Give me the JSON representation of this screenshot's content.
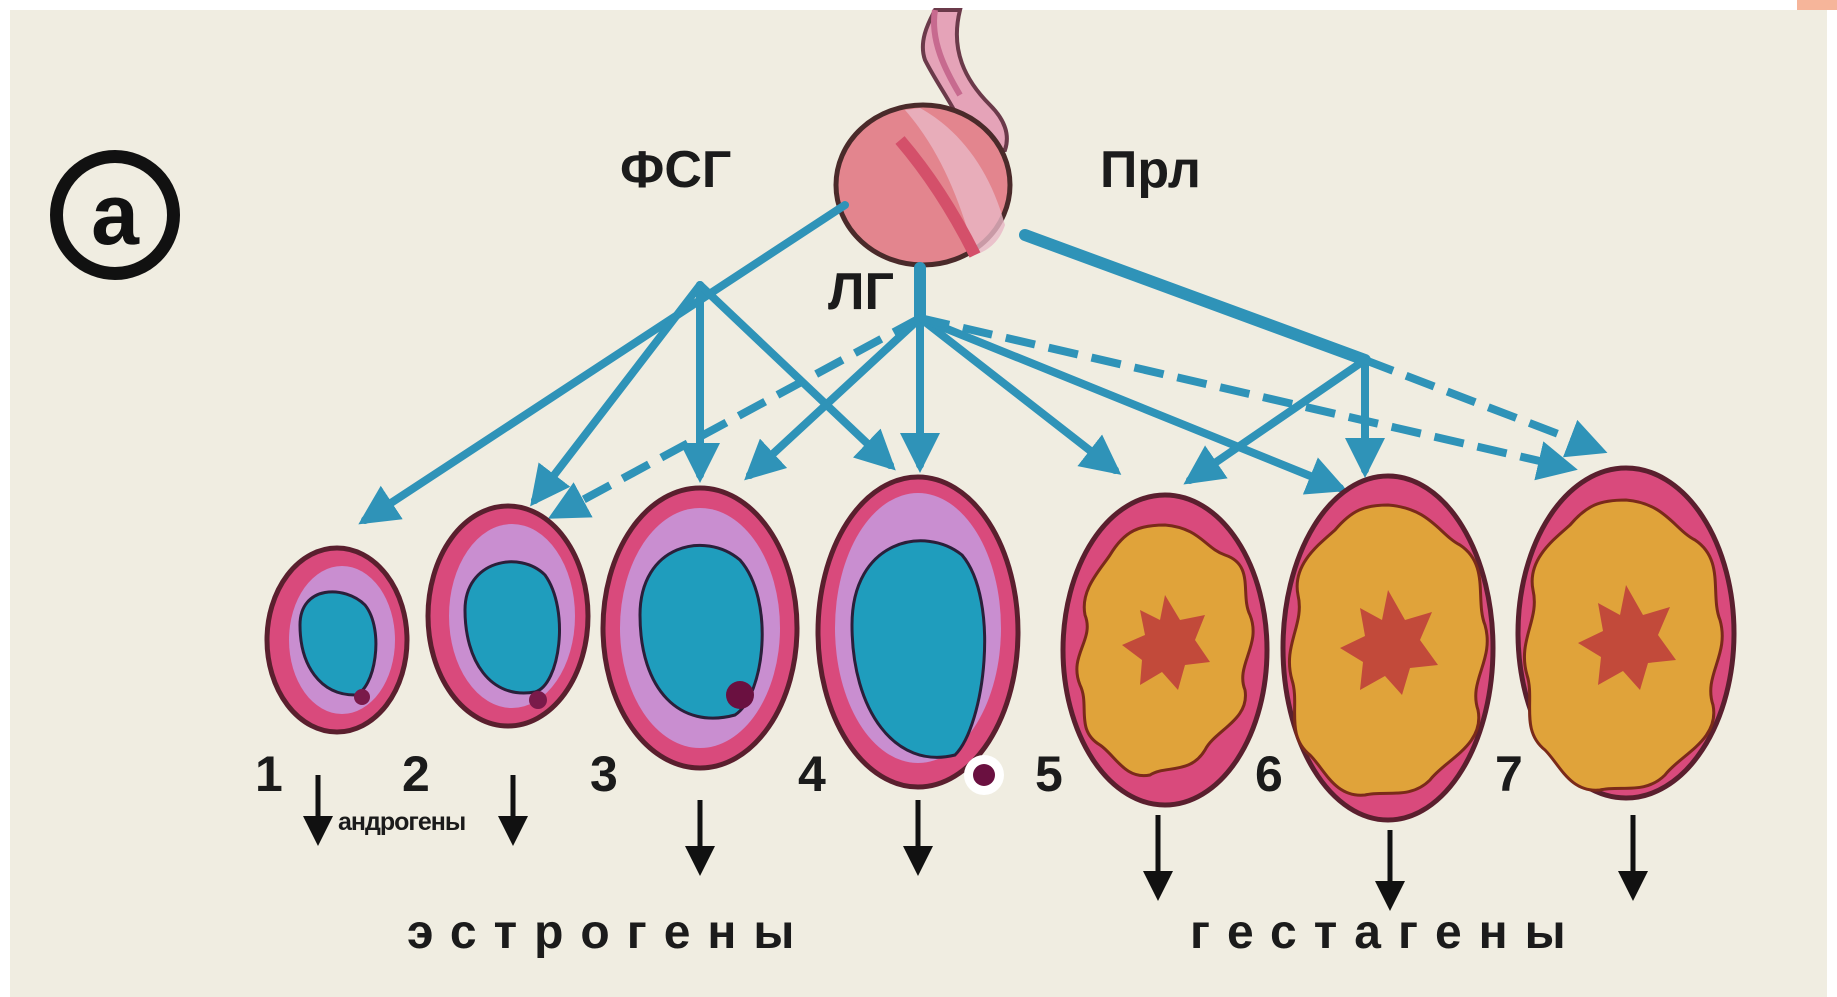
{
  "panel_label": "а",
  "hormones": {
    "fsh": "ФСГ",
    "lh": "ЛГ",
    "prl": "Прл"
  },
  "follicles": [
    {
      "number": "1"
    },
    {
      "number": "2"
    },
    {
      "number": "3"
    },
    {
      "number": "4"
    },
    {
      "number": "5"
    },
    {
      "number": "6"
    },
    {
      "number": "7"
    }
  ],
  "outputs": {
    "androgens": "андрогены",
    "estrogens": "эстрогены",
    "gestagens": "гестагены"
  },
  "colors": {
    "background": "#f0ede1",
    "arrow": "#2f93b8",
    "capsule": "#d94a7c",
    "antrum": "#1f9dbd",
    "luteal": "#e0a33a",
    "core": "#c24a3a"
  }
}
